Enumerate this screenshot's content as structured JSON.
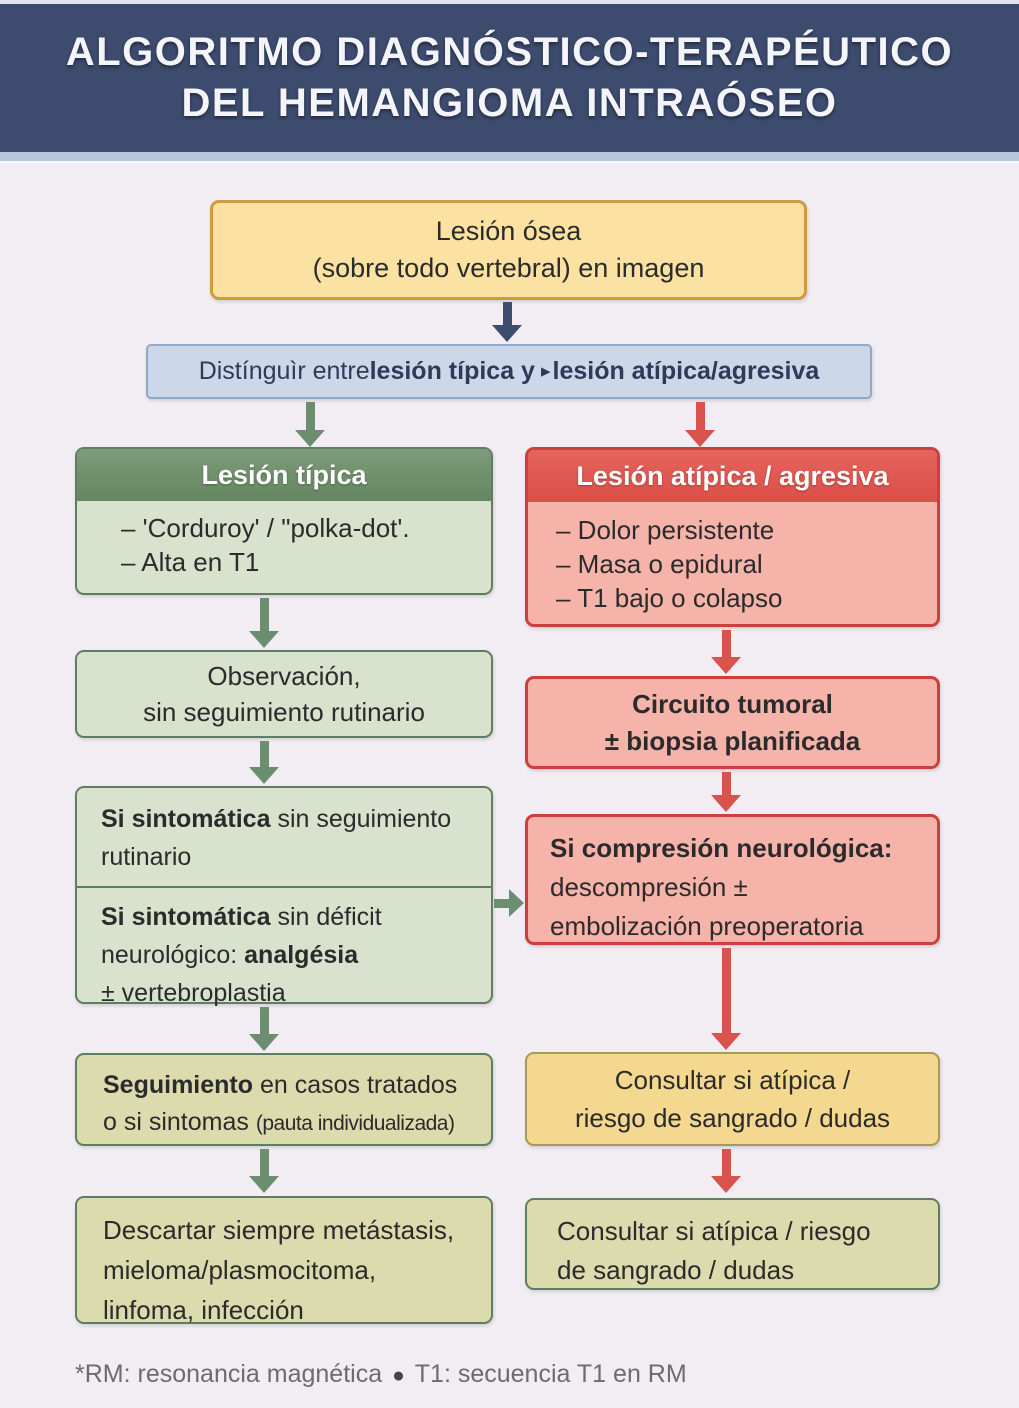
{
  "header": {
    "title_line1": "ALGORITMO DIAGNÓSTICO-TERAPÉUTICO",
    "title_line2": "DEL HEMANGIOMA INTRAÓSEO"
  },
  "start_box": {
    "line1": "Lesión ósea",
    "line2": "(sobre todo vertebral) en imagen"
  },
  "decision_box": {
    "prefix": "Distínguìr entre ",
    "bold1": "lesión típica y",
    "arrow_glyph": "▸",
    "bold2": "lesión atípica/agresiva"
  },
  "left_branch": {
    "header": "Lesión típica",
    "criteria": [
      "– 'Corduroy' / \"polka-dot'.",
      "– Alta en T1"
    ],
    "observation": {
      "line1": "Observación,",
      "line2": "sin seguimiento rutinario"
    },
    "symptomatic_top": {
      "bold": "Si sintomática",
      "rest": " sin seguimiento rutinario"
    },
    "symptomatic_bottom": {
      "l1_bold": "Si sintomática",
      "l1_rest": " sin déficit",
      "l2_rest": "neurológico: ",
      "l2_bold": "analgésia",
      "l3": "± vertebroplastia"
    },
    "followup": {
      "bold": "Seguimiento",
      "rest": " en casos tratados",
      "line2": "o si sintomas ",
      "small": "(pauta individualizada)"
    },
    "ruleout": [
      "Descartar siempre metástasis,",
      "mieloma/plasmocitoma,",
      "linfoma, infección"
    ]
  },
  "right_branch": {
    "header": "Lesión atípica / agresiva",
    "criteria": [
      "– Dolor persistente",
      "– Masa o epidural",
      "– T1 bajo o colapso"
    ],
    "tumor_circuit": {
      "line1": "Circuito tumoral",
      "line2": "± biopsia planificada"
    },
    "compression": {
      "l1_bold": "Si compresión neurológica:",
      "l2": "descompresión ±",
      "l3": "embolización preoperatoria"
    },
    "consult_primary": {
      "line1": "Consultar si atípica /",
      "line2": "riesgo de sangrado / dudas"
    },
    "consult_secondary": {
      "line1": "Consultar si atípica / riesgo",
      "line2": "de sangrado / dudas"
    }
  },
  "footnote": {
    "abbrev1": "*RM: resonancia magnética",
    "bullet": "●",
    "abbrev2": "T1: secuencia T1 en RM"
  },
  "colors": {
    "header_navy": "#3c4b6e",
    "header_stripe_blue": "#b6c7db",
    "background": "#f1edf2",
    "start_yellow": "#fbe2a2",
    "decision_blue": "#ccd8e9",
    "typical_green_dark": "#6f926f",
    "typical_green_light": "#d8e2cd",
    "atypical_red_dark": "#dc554e",
    "atypical_red_light": "#f6b3aa",
    "khaki": "#dcdbae",
    "consult_yellow": "#f5d88f",
    "arrow_green": "#6b8e71",
    "arrow_red": "#d9524b",
    "arrow_navy": "#3e4d6f"
  }
}
